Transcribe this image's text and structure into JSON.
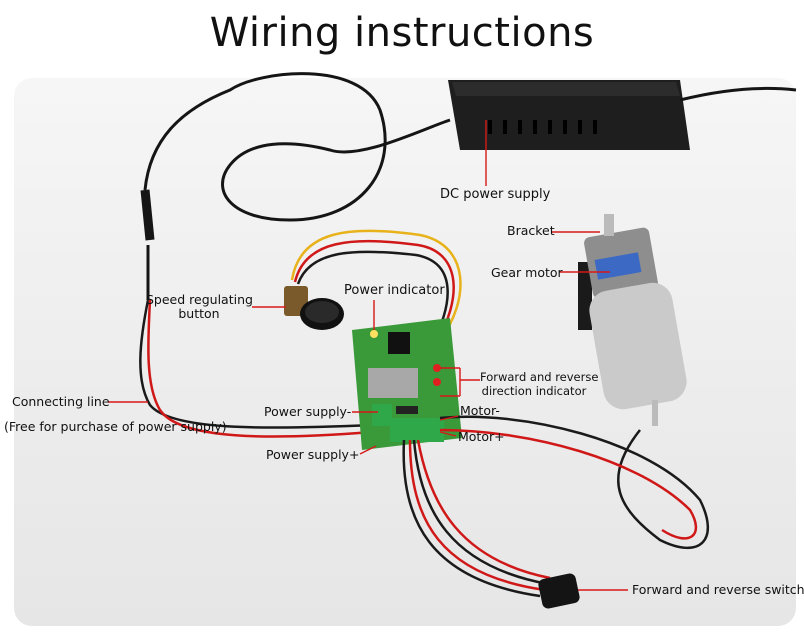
{
  "title": "Wiring instructions",
  "labels": {
    "dc_power_supply": "DC power supply",
    "bracket": "Bracket",
    "gear_motor": "Gear motor",
    "power_indicator": "Power indicator",
    "speed_button_line1": "Speed regulating",
    "speed_button_line2": "button",
    "fr_indicator_line1": "Forward and reverse",
    "fr_indicator_line2": "direction indicator",
    "connecting_line": "Connecting line",
    "free_purchase_note": "(Free for purchase of power supply)",
    "power_supply_minus": "Power supply-",
    "power_supply_plus": "Power supply+",
    "motor_minus": "Motor-",
    "motor_plus": "Motor+",
    "fr_switch": "Forward and reverse switch"
  },
  "colors": {
    "leader_line": "#d81818",
    "pcb": "#3a9a3a",
    "terminal_block": "#2fa84a",
    "wire_black": "#1a1a1a",
    "wire_red": "#d01818",
    "wire_yellow": "#e8b21a"
  }
}
